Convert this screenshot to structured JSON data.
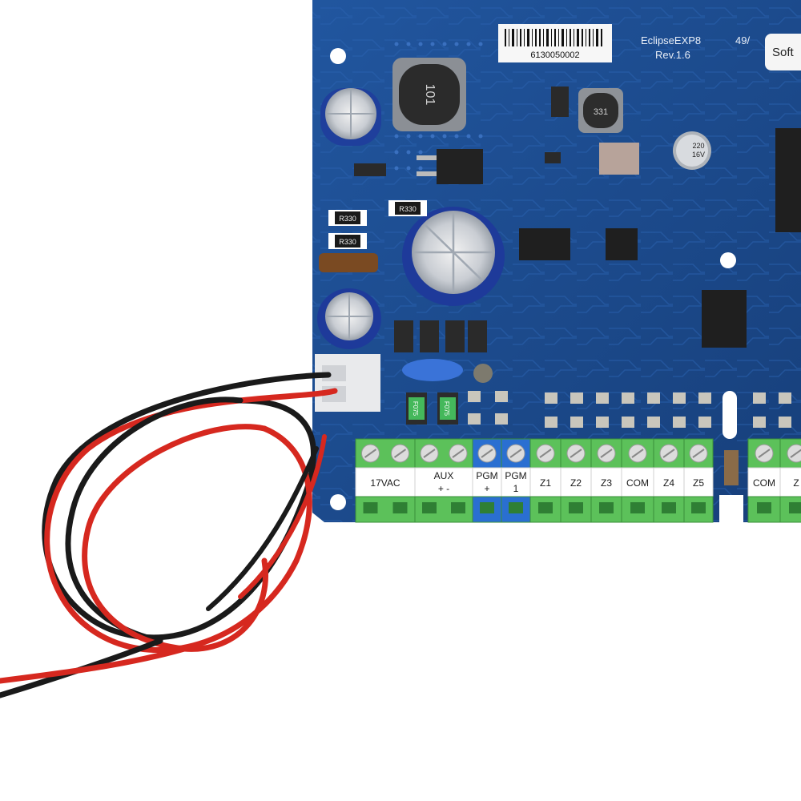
{
  "board": {
    "serial": "6130050002",
    "model": "EclipseEXP8",
    "model_suffix": "49/",
    "revision": "Rev.1.6",
    "soft_label": "Soft"
  },
  "components": {
    "inductor_large": "101",
    "inductor_small": "331",
    "resistor_1": "R330",
    "resistor_2": "R330",
    "resistor_3": "R330",
    "cap_small_value": "220",
    "cap_small_voltage": "16V",
    "fuse_1": "F075",
    "fuse_2": "F075"
  },
  "terminals": {
    "left_block": [
      {
        "label": "17VAC",
        "sub": ""
      },
      {
        "label": "AUX",
        "sub": "+    -"
      },
      {
        "label": "PGM",
        "sub": "+"
      },
      {
        "label": "PGM",
        "sub": "1"
      },
      {
        "label": "Z1",
        "sub": ""
      },
      {
        "label": "Z2",
        "sub": ""
      },
      {
        "label": "Z3",
        "sub": ""
      },
      {
        "label": "COM",
        "sub": ""
      },
      {
        "label": "Z4",
        "sub": ""
      },
      {
        "label": "Z5",
        "sub": ""
      }
    ],
    "right_block": [
      {
        "label": "COM",
        "sub": ""
      },
      {
        "label": "Z",
        "sub": ""
      }
    ]
  },
  "colors": {
    "pcb": "#1e4f95",
    "pcb_dark": "#16407c",
    "terminal_green": "#5cc15a",
    "terminal_blue": "#2a6fd1",
    "wire_red": "#d6281f",
    "wire_black": "#1a1a1a"
  }
}
